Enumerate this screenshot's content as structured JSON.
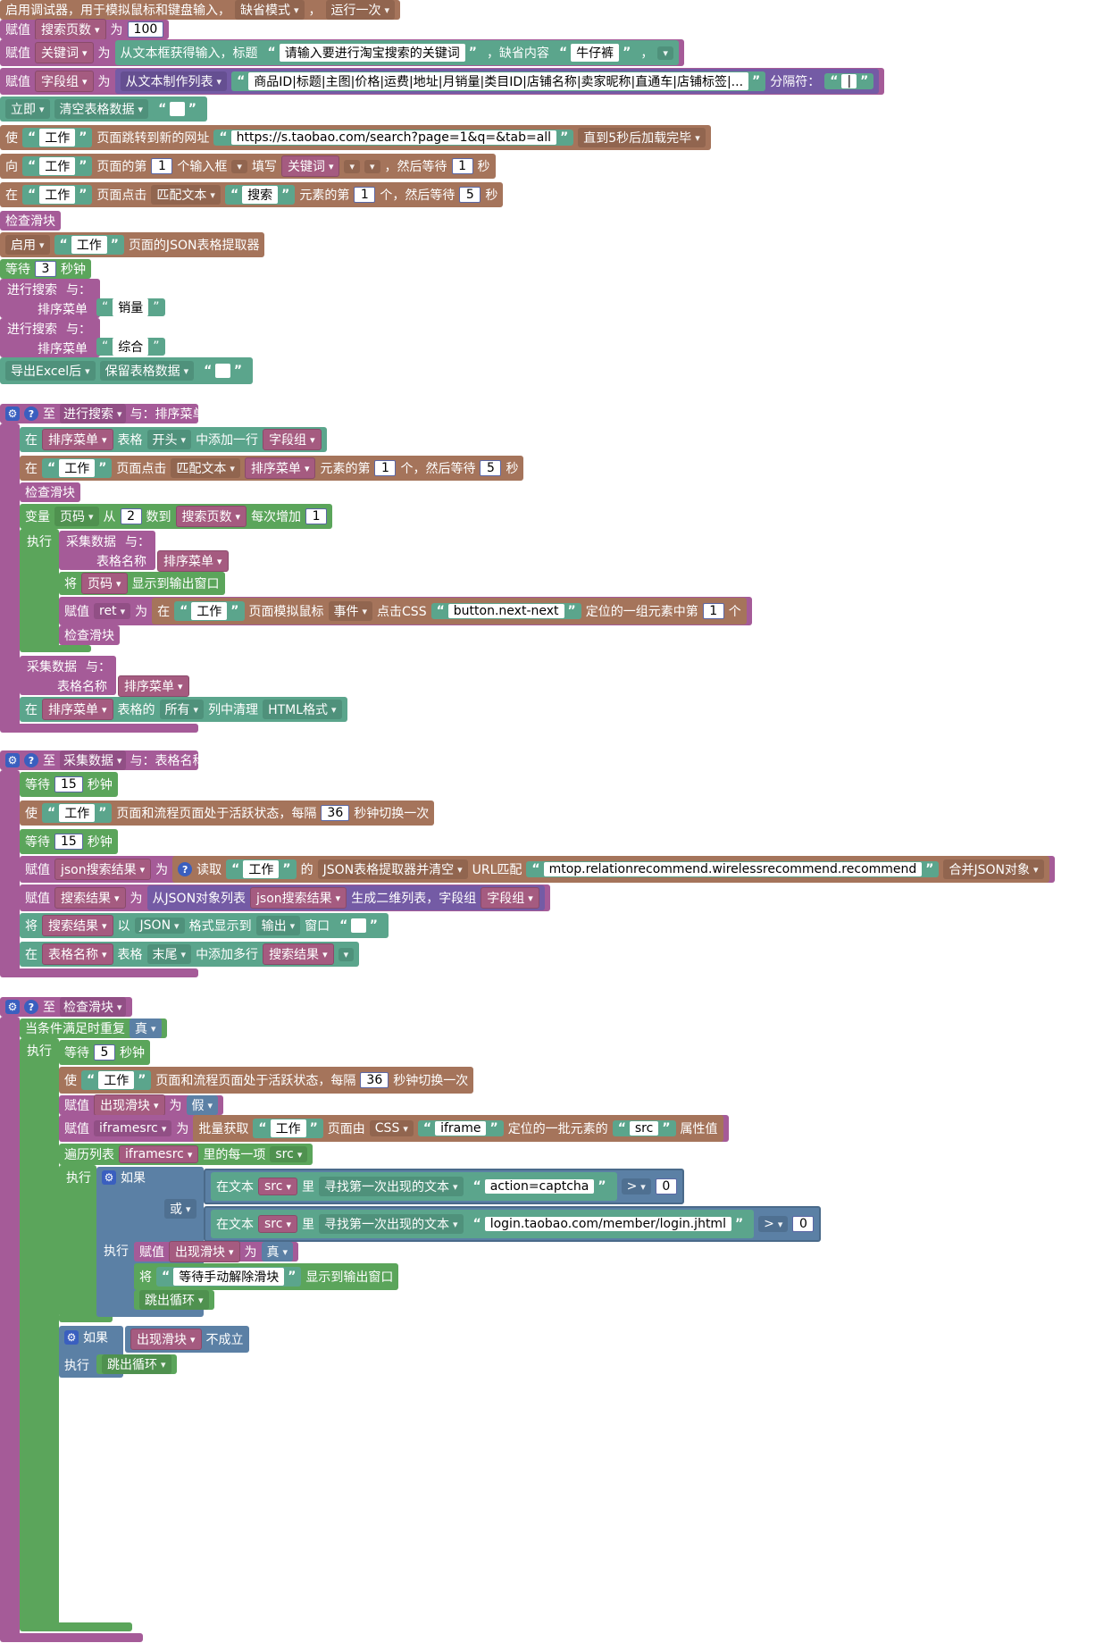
{
  "main": {
    "r1": {
      "text": "启用调试器，用于模拟鼠标和键盘输入，",
      "mode": "缺省模式",
      "sep": "，",
      "run": "运行一次"
    },
    "r2": {
      "assign": "赋值",
      "var": "搜索页数",
      "as": "为",
      "num": "100"
    },
    "r3": {
      "assign": "赋值",
      "var": "关键词",
      "as": "为",
      "text1": "从文本框获得输入，标题",
      "title": "请输入要进行淘宝搜索的关键词",
      "text2": "，缺省内容",
      "default": "牛仔裤",
      "comma": "，"
    },
    "r4": {
      "assign": "赋值",
      "var": "字段组",
      "as": "为",
      "fn": "从文本制作列表",
      "fields": "商品ID|标题|主图|价格|运费|地址|月销量|类目ID|店铺名称|卖家昵称|直通车|店铺标签|...",
      "sep_label": "分隔符：",
      "sep": "|"
    },
    "r5": {
      "mode": "立即",
      "action": "清空表格数据"
    },
    "r6": {
      "prefix": "使",
      "page": "工作",
      "t1": "页面跳转到新的网址",
      "url": "https://s.taobao.com/search?page=1&q=&tab=all",
      "wait": "直到5秒后加载完毕"
    },
    "r7": {
      "prefix": "向",
      "page": "工作",
      "t1": "页面的第",
      "n1": "1",
      "t2": "个输入框",
      "t3": "填写",
      "var": "关键词",
      "t4": "，然后等待",
      "n2": "1",
      "t5": "秒"
    },
    "r8": {
      "prefix": "在",
      "page": "工作",
      "t1": "页面点击",
      "match": "匹配文本",
      "text": "搜索",
      "t2": "元素的第",
      "n1": "1",
      "t3": "个，然后等待",
      "n2": "5",
      "t4": "秒"
    },
    "r9": {
      "text": "检查滑块"
    },
    "r10": {
      "mode": "启用",
      "page": "工作",
      "t1": "页面的JSON表格提取器"
    },
    "r11": {
      "t1": "等待",
      "n": "3",
      "t2": "秒钟"
    },
    "r12": {
      "t1": "进行搜索",
      "t2": "与：",
      "param": "排序菜单",
      "val": "销量"
    },
    "r13": {
      "t1": "进行搜索",
      "t2": "与：",
      "param": "排序菜单",
      "val": "综合"
    },
    "r14": {
      "mode": "导出Excel后",
      "action": "保留表格数据"
    }
  },
  "fn1": {
    "header": {
      "t1": "至",
      "name": "进行搜索",
      "t2": "与：排序菜单"
    },
    "a": {
      "t1": "在",
      "var": "排序菜单",
      "t2": "表格",
      "pos": "开头",
      "t3": "中添加一行",
      "var2": "字段组"
    },
    "b": {
      "t1": "在",
      "page": "工作",
      "t2": "页面点击",
      "match": "匹配文本",
      "var": "排序菜单",
      "t3": "元素的第",
      "n1": "1",
      "t4": "个，然后等待",
      "n2": "5",
      "t5": "秒"
    },
    "c": {
      "text": "检查滑块"
    },
    "d": {
      "t1": "变量",
      "var": "页码",
      "t2": "从",
      "n1": "2",
      "t3": "数到",
      "var2": "搜索页数",
      "t4": "每次增加",
      "n2": "1"
    },
    "exec": "执行",
    "e": {
      "t1": "采集数据",
      "t2": "与：",
      "param": "表格名称",
      "var": "排序菜单"
    },
    "f": {
      "t1": "将",
      "var": "页码",
      "t2": "显示到输出窗口"
    },
    "g": {
      "t1": "赋值",
      "var": "ret",
      "t2": "为",
      "t3": "在",
      "page": "工作",
      "t4": "页面模拟鼠标",
      "ev": "事件",
      "t5": "点击CSS",
      "css": "button.next-next",
      "t6": "定位的一组元素中第",
      "n": "1",
      "t7": "个"
    },
    "h": {
      "text": "检查滑块"
    },
    "i": {
      "t1": "采集数据",
      "t2": "与：",
      "param": "表格名称",
      "var": "排序菜单"
    },
    "j": {
      "t1": "在",
      "var": "排序菜单",
      "t2": "表格的",
      "scope": "所有",
      "t3": "列中清理",
      "fmt": "HTML格式"
    }
  },
  "fn2": {
    "header": {
      "t1": "至",
      "name": "采集数据",
      "t2": "与：表格名称"
    },
    "a": {
      "t1": "等待",
      "n": "15",
      "t2": "秒钟"
    },
    "b": {
      "t1": "使",
      "page": "工作",
      "t2": "页面和流程页面处于活跃状态，每隔",
      "n": "36",
      "t3": "秒钟切换一次"
    },
    "c": {
      "t1": "等待",
      "n": "15",
      "t2": "秒钟"
    },
    "d": {
      "t1": "赋值",
      "var": "json搜索结果",
      "t2": "为",
      "t3": "读取",
      "page": "工作",
      "t4": "的",
      "fn": "JSON表格提取器并清空",
      "t5": "URL匹配",
      "url": "mtop.relationrecommend.wirelessrecommend.recommend",
      "merge": "合并JSON对象"
    },
    "e": {
      "t1": "赋值",
      "var": "搜索结果",
      "t2": "为",
      "t3": "从JSON对象列表",
      "var2": "json搜索结果",
      "t4": "生成二维列表，字段组",
      "var3": "字段组"
    },
    "f": {
      "t1": "将",
      "var": "搜索结果",
      "t2": "以",
      "fmt": "JSON",
      "t3": "格式显示到",
      "out": "输出",
      "t4": "窗口"
    },
    "g": {
      "t1": "在",
      "var": "表格名称",
      "t2": "表格",
      "pos": "末尾",
      "t3": "中添加多行",
      "var2": "搜索结果"
    }
  },
  "fn3": {
    "header": {
      "t1": "至",
      "name": "检查滑块"
    },
    "a": {
      "t1": "当条件满足时重复",
      "cond": "真"
    },
    "exec": "执行",
    "b": {
      "t1": "等待",
      "n": "5",
      "t2": "秒钟"
    },
    "c": {
      "t1": "使",
      "page": "工作",
      "t2": "页面和流程页面处于活跃状态，每隔",
      "n": "36",
      "t3": "秒钟切换一次"
    },
    "d": {
      "t1": "赋值",
      "var": "出现滑块",
      "t2": "为",
      "val": "假"
    },
    "e": {
      "t1": "赋值",
      "var": "iframesrc",
      "t2": "为",
      "t3": "批量获取",
      "page": "工作",
      "t4": "页面由",
      "sel": "CSS",
      "str": "iframe",
      "t5": "定位的一批元素的",
      "attr": "src",
      "t6": "属性值"
    },
    "f": {
      "t1": "遍历列表",
      "var": "iframesrc",
      "t2": "里的每一项",
      "item": "src"
    },
    "g": {
      "t1": "如果"
    },
    "h": {
      "t1": "在文本",
      "var": "src",
      "t2": "里",
      "fn": "寻找第一次出现的文本",
      "str": "action=captcha",
      "op": ">",
      "n": "0"
    },
    "or": "或",
    "i": {
      "t1": "在文本",
      "var": "src",
      "t2": "里",
      "fn": "寻找第一次出现的文本",
      "str": "login.taobao.com/member/login.jhtml",
      "op": ">",
      "n": "0"
    },
    "j": {
      "t1": "赋值",
      "var": "出现滑块",
      "t2": "为",
      "val": "真"
    },
    "k": {
      "t1": "将",
      "str": "等待手动解除滑块",
      "t2": "显示到输出窗口"
    },
    "l": {
      "t1": "跳出循环"
    },
    "m": {
      "t1": "如果",
      "var": "出现滑块",
      "t2": "不成立"
    },
    "n": {
      "t1": "跳出循环"
    }
  }
}
